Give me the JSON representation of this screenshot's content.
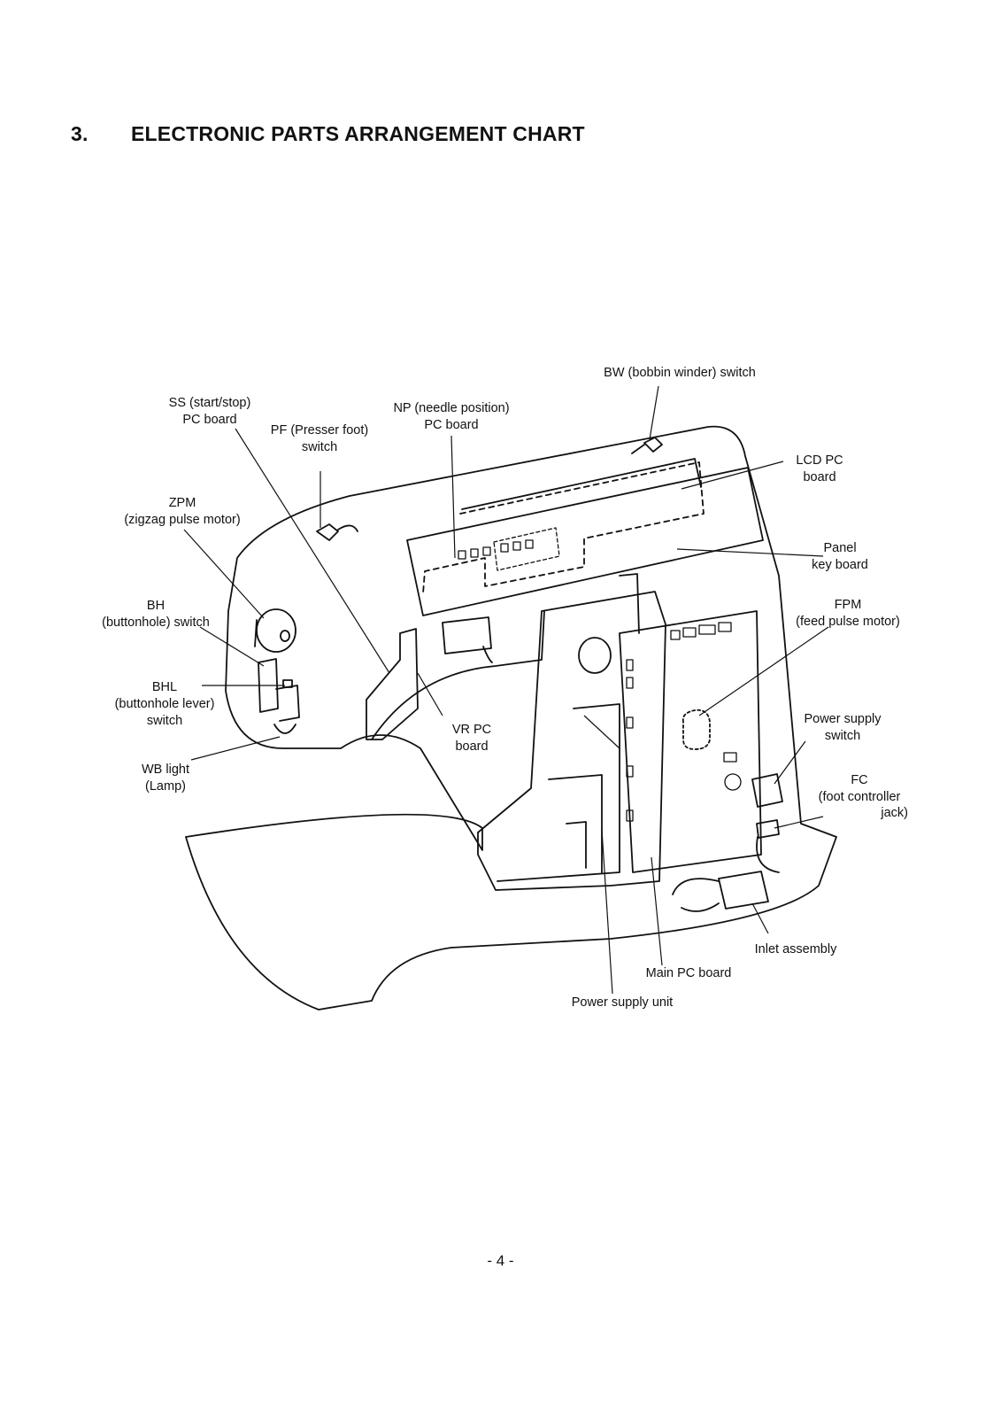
{
  "heading": {
    "number": "3.",
    "title": "ELECTRONIC PARTS ARRANGEMENT CHART"
  },
  "labels": {
    "ss": [
      "SS (start/stop)",
      "PC board"
    ],
    "pf": [
      "PF (Presser foot)",
      "switch"
    ],
    "np": [
      "NP (needle position)",
      "PC board"
    ],
    "bw": [
      "BW (bobbin winder) switch"
    ],
    "lcd": [
      "LCD PC",
      "board"
    ],
    "zpm": [
      "ZPM",
      "(zigzag pulse motor)"
    ],
    "panel": [
      "Panel",
      "key board"
    ],
    "bh": [
      "BH",
      "(buttonhole) switch"
    ],
    "fpm": [
      "FPM",
      "(feed pulse motor)"
    ],
    "bhl": [
      "BHL",
      "(buttonhole lever)",
      "switch"
    ],
    "vr": [
      "VR PC",
      "board"
    ],
    "psw": [
      "Power supply",
      "switch"
    ],
    "wb": [
      "WB light",
      "(Lamp)"
    ],
    "fc": [
      "FC",
      "(foot controller",
      "jack)"
    ],
    "inlet": [
      "Inlet assembly"
    ],
    "main": [
      "Main PC board"
    ],
    "psu": [
      "Power supply unit"
    ]
  },
  "page_number": "- 4 -"
}
